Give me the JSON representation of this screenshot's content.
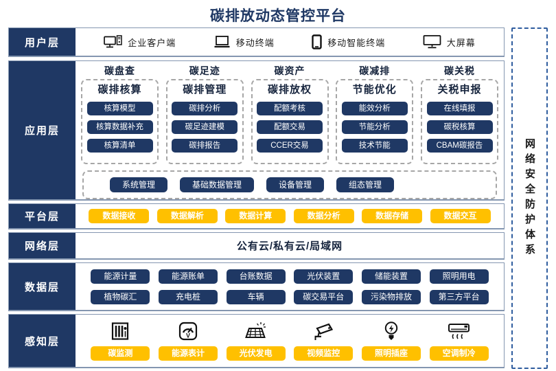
{
  "title": "碳排放动态管控平台",
  "colors": {
    "navy": "#1F3864",
    "yellow": "#FFC000",
    "row_border": "#8496B0",
    "dash": "#A6A6A6",
    "security_border": "#2E5C9E"
  },
  "security_sidebar": {
    "label": "网络安全防护体系"
  },
  "layers": {
    "user": {
      "label": "用户层",
      "items": [
        {
          "icon": "desktop-pc-icon",
          "label": "企业客户端"
        },
        {
          "icon": "laptop-icon",
          "label": "移动终端"
        },
        {
          "icon": "smartphone-icon",
          "label": "移动智能终端"
        },
        {
          "icon": "monitor-icon",
          "label": "大屏幕"
        }
      ]
    },
    "application": {
      "label": "应用层",
      "columns": [
        {
          "header": "碳盘查",
          "group": "碳排核算",
          "items": [
            "核算模型",
            "核算数据补充",
            "核算清单"
          ]
        },
        {
          "header": "碳足迹",
          "group": "碳排管理",
          "items": [
            "碳排分析",
            "碳足迹建模",
            "碳排报告"
          ]
        },
        {
          "header": "碳资产",
          "group": "碳排放权",
          "items": [
            "配额考核",
            "配额交易",
            "CCER交易"
          ]
        },
        {
          "header": "碳减排",
          "group": "节能优化",
          "items": [
            "能效分析",
            "节能分析",
            "技术节能"
          ]
        },
        {
          "header": "碳关税",
          "group": "关税申报",
          "items": [
            "在线填报",
            "碳税核算",
            "CBAM碳报告"
          ]
        }
      ],
      "management_items": [
        "系统管理",
        "基础数据管理",
        "设备管理",
        "组态管理"
      ]
    },
    "platform": {
      "label": "平台层",
      "items": [
        "数据接收",
        "数据解析",
        "数据计算",
        "数据分析",
        "数据存储",
        "数据交互"
      ]
    },
    "network": {
      "label": "网络层",
      "text": "公有云/私有云/局域网"
    },
    "data": {
      "label": "数据层",
      "rows": [
        [
          "能源计量",
          "能源账单",
          "台账数据",
          "光伏装置",
          "储能装置",
          "照明用电"
        ],
        [
          "植物碳汇",
          "充电桩",
          "车辆",
          "碳交易平台",
          "污染物排放",
          "第三方平台"
        ]
      ]
    },
    "perception": {
      "label": "感知层",
      "items": [
        {
          "icon": "emission-monitor-icon",
          "label": "碳监测"
        },
        {
          "icon": "voltmeter-icon",
          "label": "能源表计"
        },
        {
          "icon": "solar-panel-icon",
          "label": "光伏发电"
        },
        {
          "icon": "cctv-camera-icon",
          "label": "视频监控"
        },
        {
          "icon": "light-bulb-icon",
          "label": "照明插座"
        },
        {
          "icon": "air-conditioner-icon",
          "label": "空调制冷"
        }
      ]
    }
  }
}
